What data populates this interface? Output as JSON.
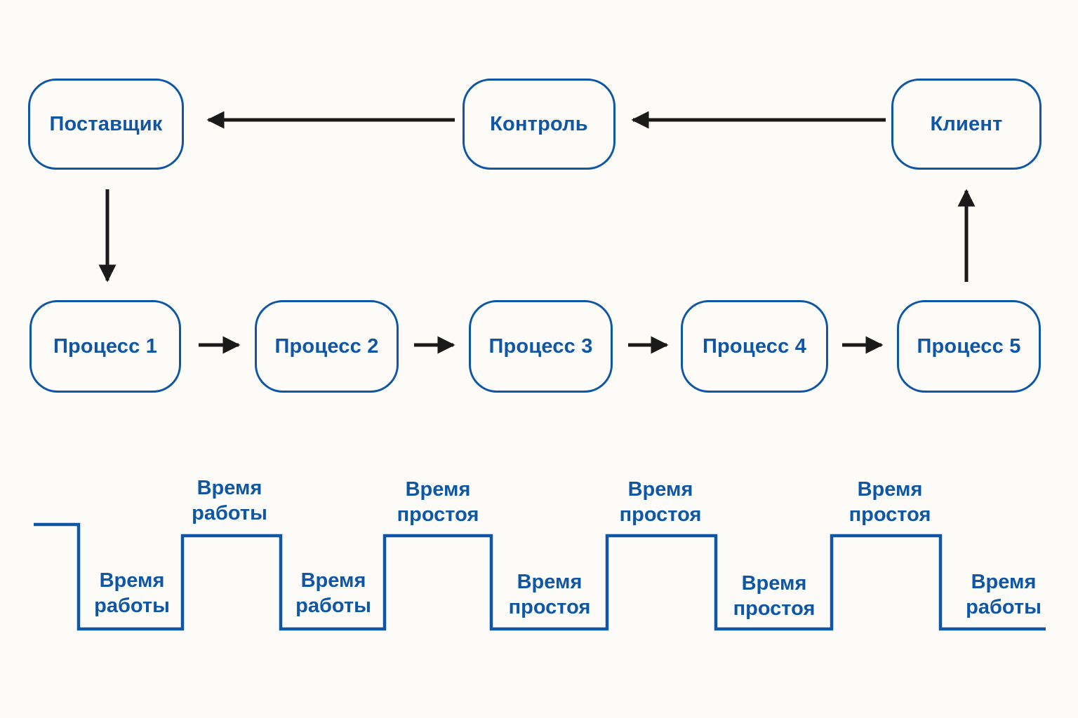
{
  "colors": {
    "accent": "#0f56a4",
    "arrow": "#1a1a1a",
    "background": "#fcfbf8"
  },
  "nodes": {
    "supplier": "Поставщик",
    "control": "Контроль",
    "client": "Клиент",
    "process1": "Процесс 1",
    "process2": "Процесс 2",
    "process3": "Процесс 3",
    "process4": "Процесс 4",
    "process5": "Процесс 5"
  },
  "timeline": {
    "labels": [
      {
        "position": "low",
        "text": "Время\nработы"
      },
      {
        "position": "high",
        "text": "Время\nработы"
      },
      {
        "position": "low",
        "text": "Время\nработы"
      },
      {
        "position": "high",
        "text": "Время\nпростоя"
      },
      {
        "position": "low",
        "text": "Время\nпростоя"
      },
      {
        "position": "high",
        "text": "Время\nпростоя"
      },
      {
        "position": "low",
        "text": "Время\nпростоя"
      },
      {
        "position": "high",
        "text": "Время\nпростоя"
      },
      {
        "position": "low",
        "text": "Время\nработы"
      }
    ]
  }
}
